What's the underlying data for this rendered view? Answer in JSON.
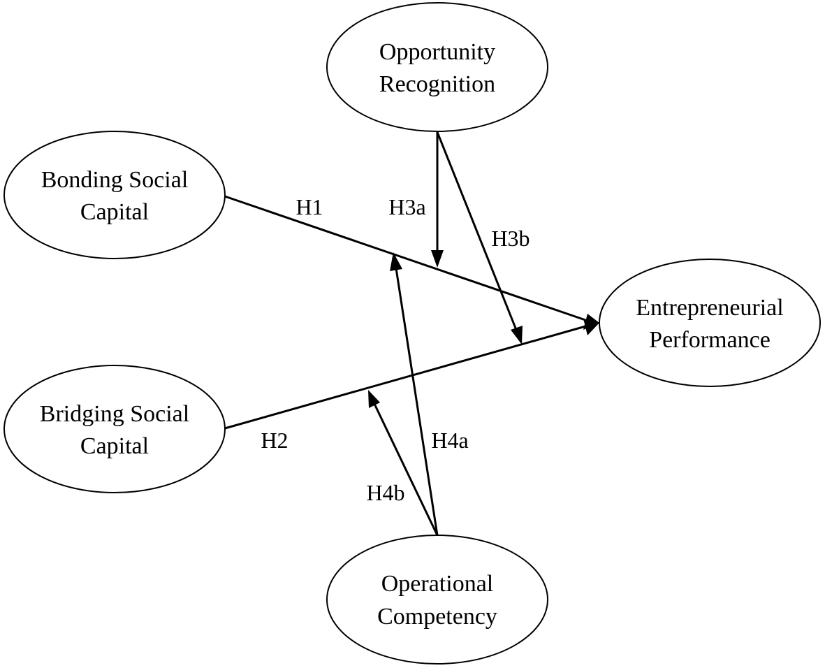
{
  "nodes": {
    "opportunity_recognition": {
      "line1": "Opportunity",
      "line2": "Recognition"
    },
    "bonding_social_capital": {
      "line1": "Bonding Social",
      "line2": "Capital"
    },
    "bridging_social_capital": {
      "line1": "Bridging Social",
      "line2": "Capital"
    },
    "entrepreneurial_performance": {
      "line1": "Entrepreneurial",
      "line2": "Performance"
    },
    "operational_competency": {
      "line1": "Operational",
      "line2": "Competency"
    }
  },
  "hypotheses": {
    "h1": "H1",
    "h2": "H2",
    "h3a": "H3a",
    "h3b": "H3b",
    "h4a": "H4a",
    "h4b": "H4b"
  }
}
